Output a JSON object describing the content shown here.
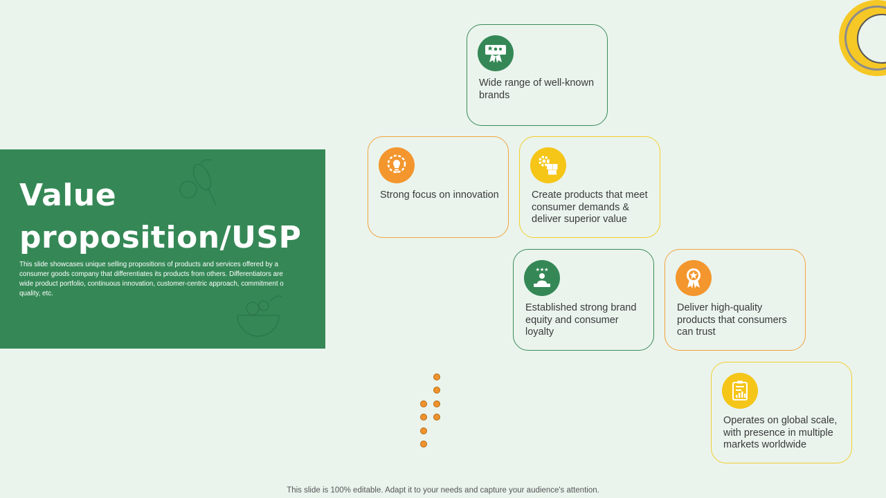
{
  "title": "Value proposition/USP",
  "description": "This slide showcases unique selling propositions of products and services offered by a consumer goods company that differentiates its products from others. Differentiators are wide product portfolio, continuous innovation, customer-centric approach, commitment o quality, etc.",
  "cards": [
    {
      "text": "Wide range of well-known brands",
      "icon": "award-ribbon-icon",
      "color": "#358856"
    },
    {
      "text": "Strong focus on innovation",
      "icon": "lightbulb-gear-icon",
      "color": "#f3962d"
    },
    {
      "text": "Create products that meet consumer demands & deliver superior value",
      "icon": "gear-boxes-icon",
      "color": "#f5c518"
    },
    {
      "text": "Established strong brand equity and consumer loyalty",
      "icon": "person-podium-icon",
      "color": "#358856"
    },
    {
      "text": "Deliver high-quality products that consumers can trust",
      "icon": "quality-badge-icon",
      "color": "#f3962d"
    },
    {
      "text": "Operates on global scale, with  presence in multiple markets worldwide",
      "icon": "clipboard-chart-icon",
      "color": "#f5c518"
    }
  ],
  "footer": "This slide is 100% editable. Adapt it to your needs and capture your audience's attention."
}
